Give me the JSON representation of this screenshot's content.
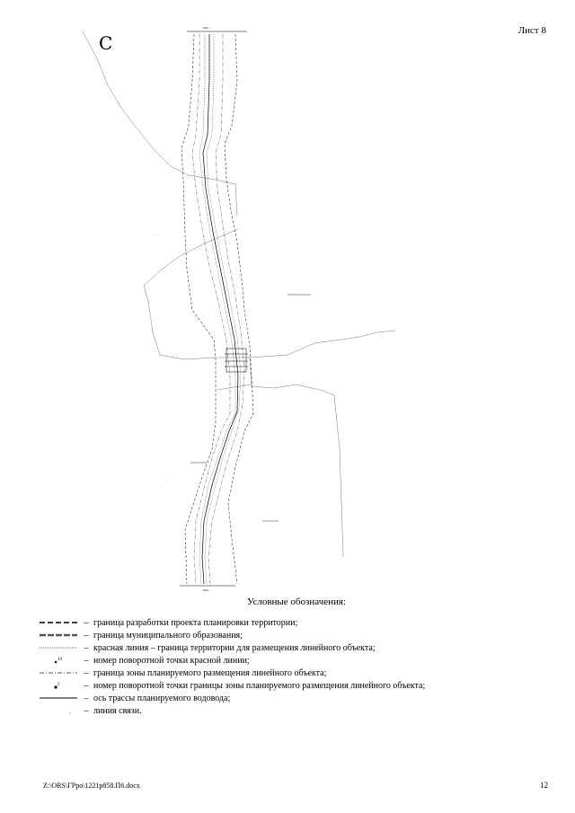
{
  "sheet_label": "Лист 8",
  "north_symbol": "С",
  "map": {
    "top_label": "Лист ...",
    "bottom_label": "Лист ...",
    "zone_labels": [
      "...",
      "...",
      "...",
      "..."
    ]
  },
  "legend": {
    "title": "Условные обозначения:",
    "dash": "–",
    "items": [
      {
        "symbol": "planning-boundary",
        "text": "граница разработки проекта планировки территории;"
      },
      {
        "symbol": "municipal-boundary",
        "text": "граница муниципального образования;"
      },
      {
        "symbol": "red-line",
        "text": "красная линия – граница территории для размещения линейного объекта;"
      },
      {
        "symbol": "red-line-point",
        "text": "номер поворотной точки красной линии;"
      },
      {
        "symbol": "zone-boundary",
        "text": "граница зоны планируемого размещения линейного объекта;"
      },
      {
        "symbol": "zone-point",
        "text": "номер поворотной точки границы зоны планируемого размещения линейного объекта;"
      },
      {
        "symbol": "pipeline-axis",
        "text": "ось трассы планируемого водовода;"
      },
      {
        "symbol": "comm-line",
        "text": "линия связи."
      }
    ]
  },
  "footer": {
    "file_path": "Z:\\ORS\\ГРро\\1221р858.П6.docx",
    "page_number": "12"
  }
}
